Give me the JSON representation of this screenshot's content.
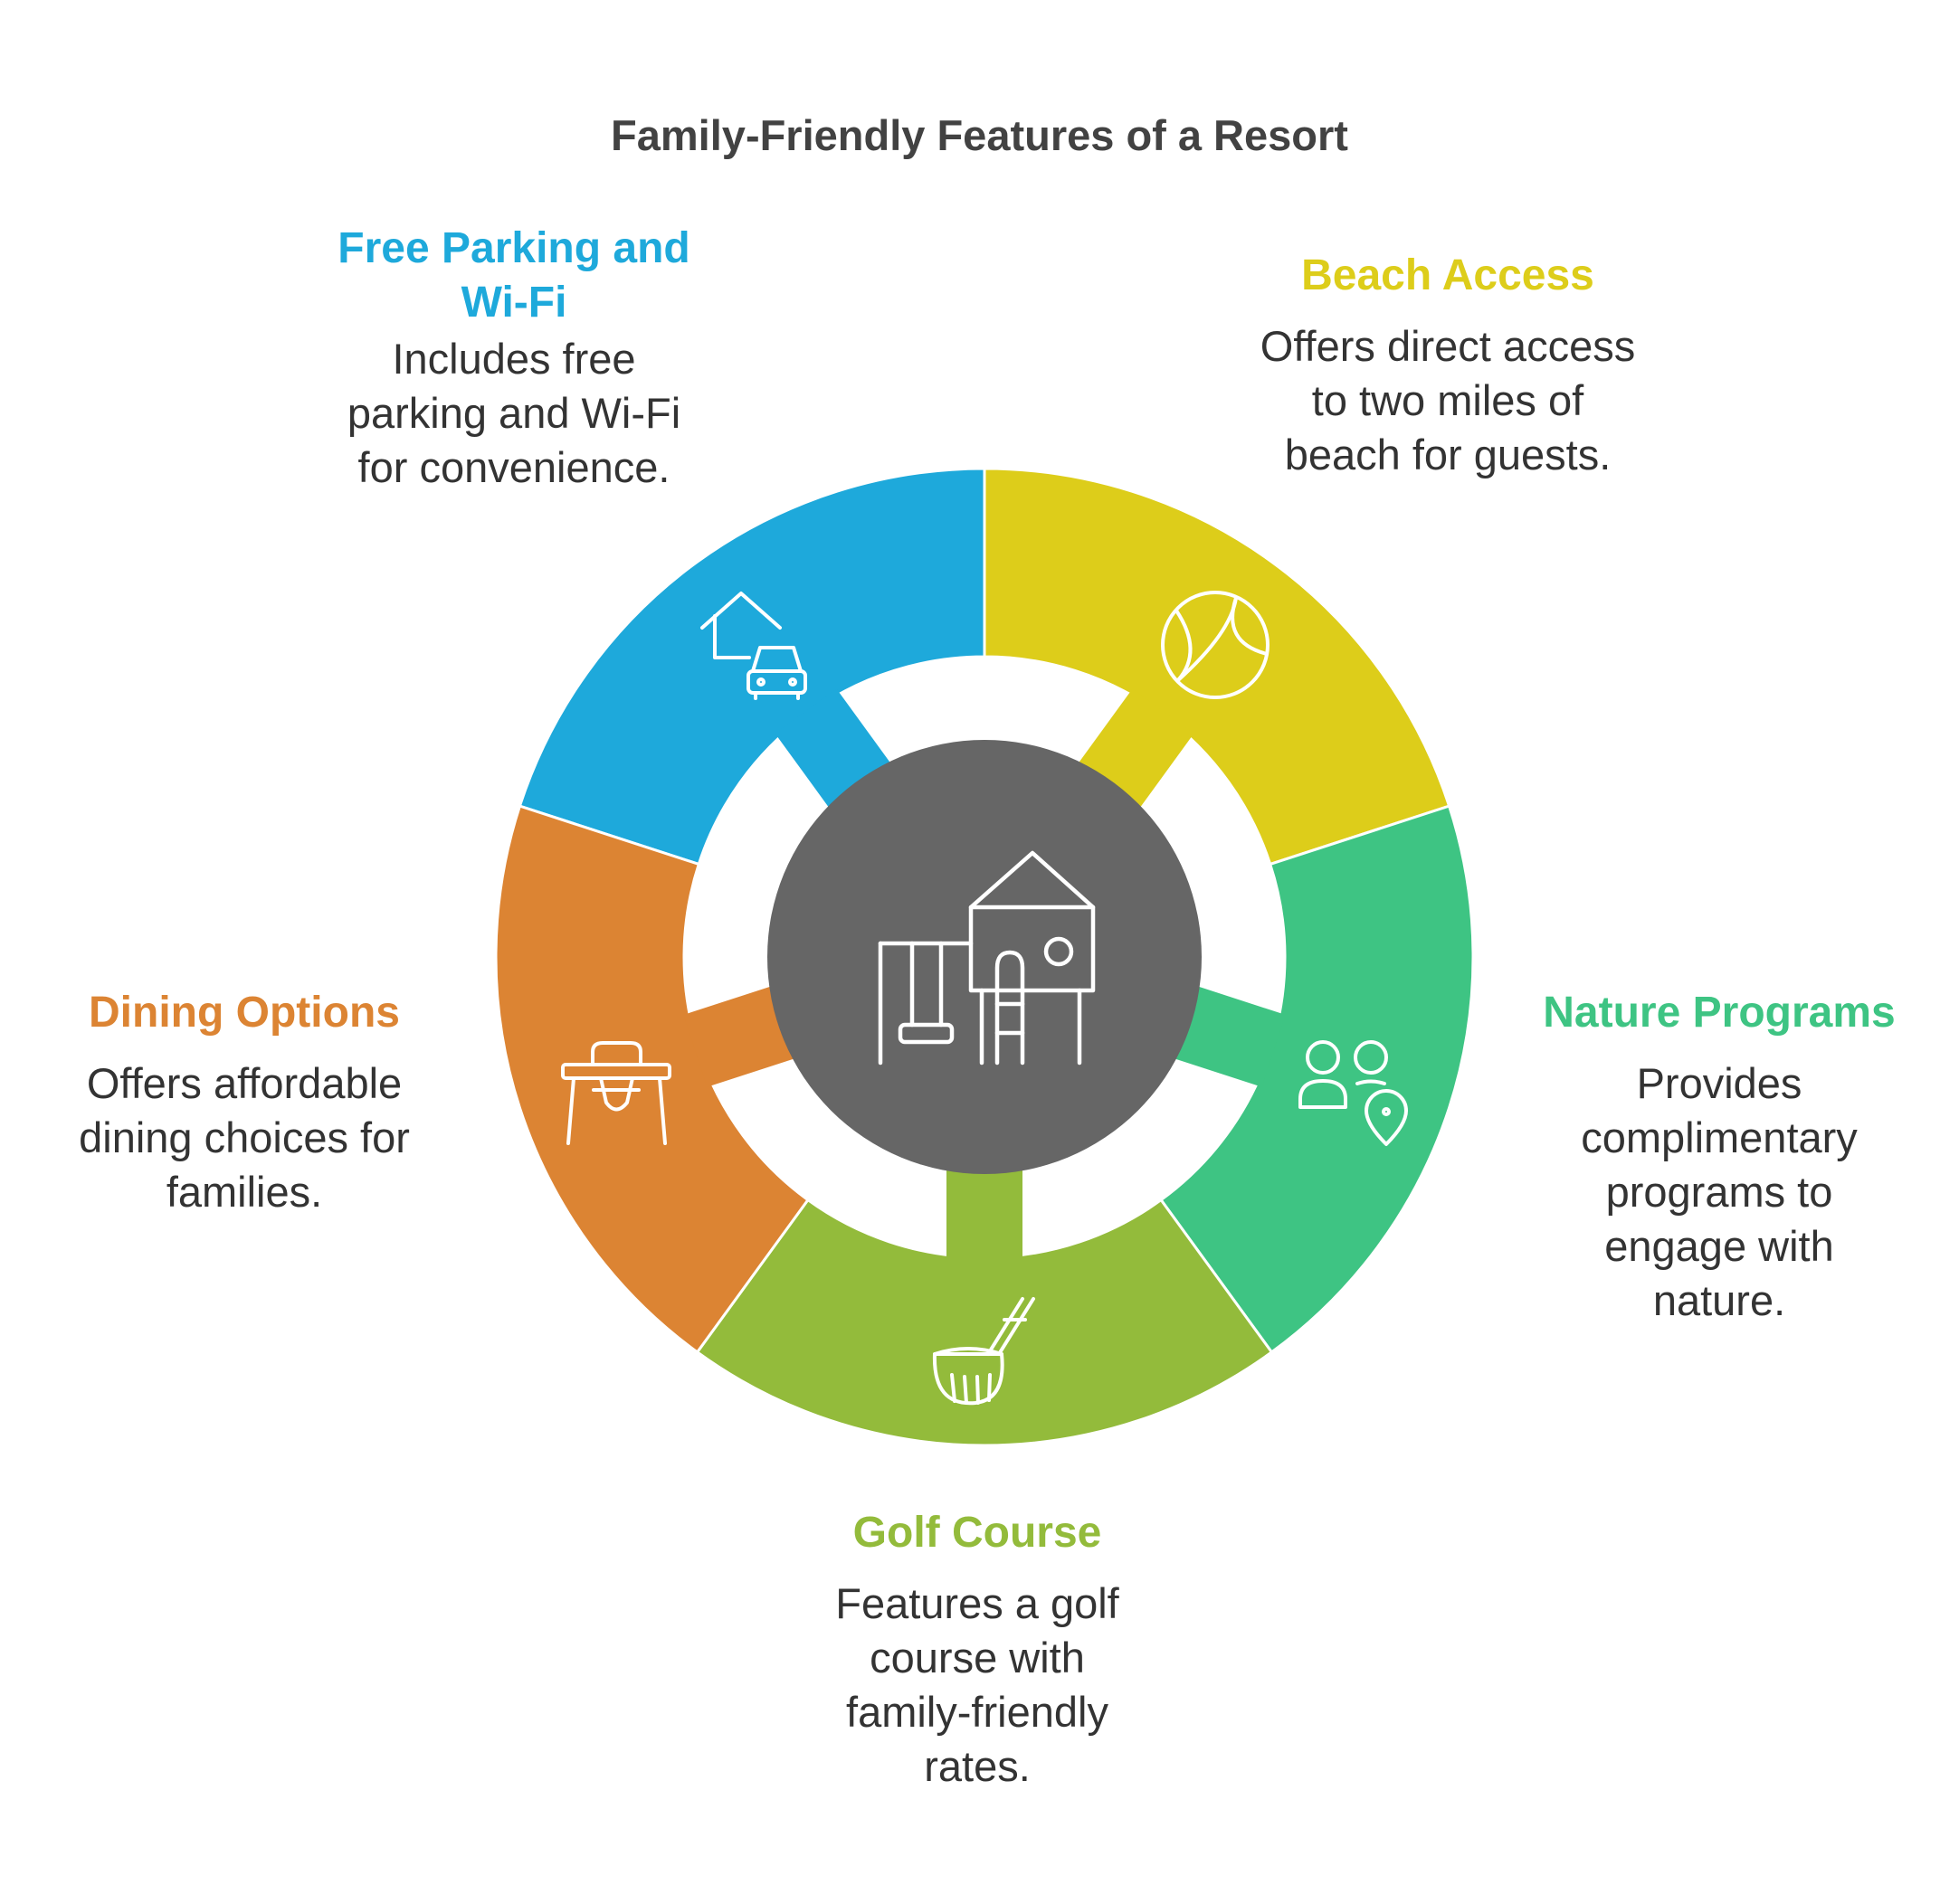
{
  "title": "Family-Friendly Features of a Resort",
  "center": {
    "icon": "playground-treehouse-icon",
    "color": "#666666"
  },
  "segments": [
    {
      "id": "parking",
      "heading": "Free Parking and Wi-Fi",
      "description": "Includes free parking and Wi-Fi for convenience.",
      "color": "#1EA9DB",
      "icon": "house-car-icon"
    },
    {
      "id": "beach",
      "heading": "Beach Access",
      "description": "Offers direct access to two miles of beach for guests.",
      "color": "#DDCD1A",
      "icon": "beach-ball-icon"
    },
    {
      "id": "nature",
      "heading": "Nature Programs",
      "description": "Provides complimentary programs to engage with nature.",
      "color": "#3EC483",
      "icon": "people-location-icon"
    },
    {
      "id": "golf",
      "heading": "Golf Course",
      "description": "Features a golf course with family-friendly rates.",
      "color": "#93BB3B",
      "icon": "golf-club-icon"
    },
    {
      "id": "dining",
      "heading": "Dining Options",
      "description": "Offers affordable dining choices for families.",
      "color": "#DC8433",
      "icon": "high-chair-icon"
    }
  ]
}
